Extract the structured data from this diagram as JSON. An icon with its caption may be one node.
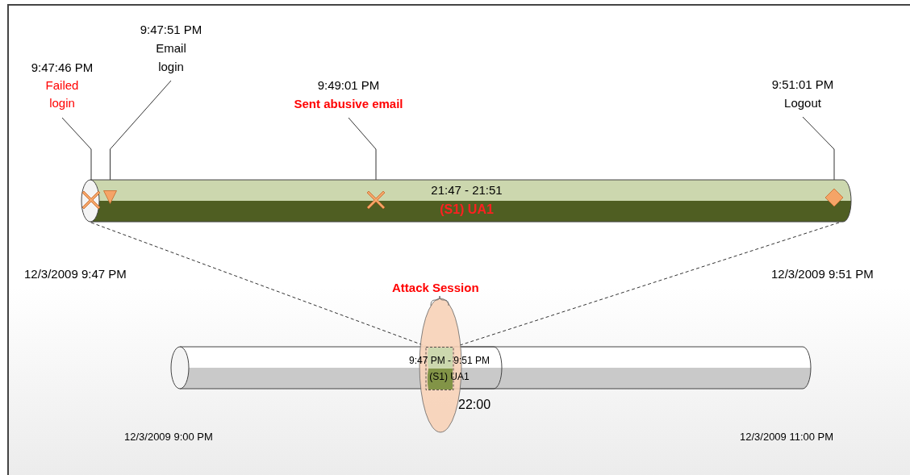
{
  "diagram": {
    "nodes": [
      {
        "text": [
          "21:47 - 21:51",
          "(S1) UA1"
        ]
      },
      {
        "text": [
          "9:47:46 PM",
          "Failed login"
        ]
      },
      {
        "text": [
          "9:47:51 PM",
          "Email login"
        ]
      },
      {
        "text": [
          "9:49:01 PM",
          "Sent abusive email"
        ]
      },
      {
        "text": [
          "9:51:01 PM",
          "Logout"
        ]
      },
      {
        "text": [],
        "shape": "cross",
        "in": 0
      },
      {
        "text": [],
        "shape": "triangle",
        "in": 0
      },
      {
        "text": [],
        "shape": "cross",
        "in": 0
      },
      {
        "text": [],
        "shape": "diamond",
        "in": 0
      },
      {
        "text": [],
        "shape": "cylinder"
      },
      {
        "text": [
          "9:47 PM - 9:51 PM",
          "(S1) UA1"
        ],
        "in": 9
      }
    ],
    "edges": [
      {
        "from": 1,
        "to": 5,
        "arrow": "none"
      },
      {
        "from": 2,
        "to": 6,
        "arrow": "none"
      },
      {
        "from": 3,
        "to": 7,
        "arrow": "none"
      },
      {
        "from": 4,
        "to": 8,
        "arrow": "none"
      },
      {
        "from": 0,
        "to": 10,
        "arrow": "none",
        "style": "dashed"
      },
      {
        "from": 0,
        "to": 10,
        "arrow": "none",
        "style": "dashed"
      }
    ],
    "labels": [
      "12/3/2009 9:47 PM",
      "12/3/2009 9:51 PM",
      "Attack Session",
      "22:00",
      "12/3/2009 9:00 PM",
      "12/3/2009 11:00 PM"
    ]
  }
}
